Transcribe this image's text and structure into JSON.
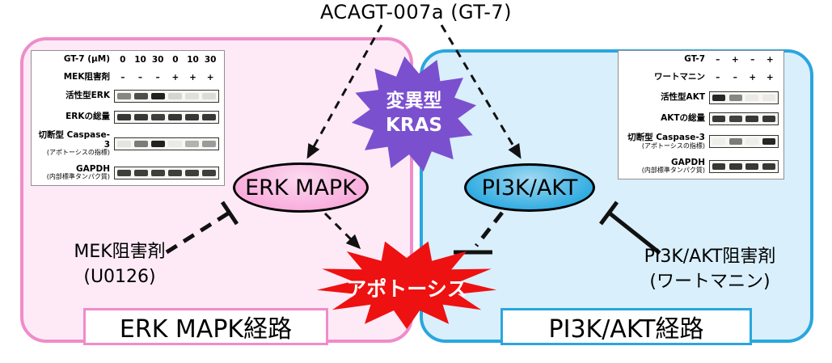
{
  "title": "ACAGT-007a (GT-7)",
  "colors": {
    "pink_border": "#ef8cc9",
    "pink_fill": "#fdeaf6",
    "blue_border": "#2aa6de",
    "blue_fill": "#d9effb",
    "kras_purple": "#7b50cf",
    "apoptosis_red": "#ee1111",
    "erk_node_fill": "#f9abdc",
    "pi3k_node_fill": "#2fabe1"
  },
  "kras_burst": {
    "line1": "変異型",
    "line2": "KRAS"
  },
  "apoptosis_burst": {
    "label": "アポトーシス"
  },
  "erk_panel": {
    "node_label": "ERK MAPK",
    "pathway_label": "ERK MAPK経路",
    "inhibitor": {
      "line1": "MEK阻害剤",
      "line2": "(U0126)"
    },
    "blot": {
      "condition_rows": [
        {
          "label": "GT-7 (μM)",
          "values": [
            "0",
            "10",
            "30",
            "0",
            "10",
            "30"
          ]
        },
        {
          "label": "MEK阻害剤",
          "values": [
            "–",
            "–",
            "–",
            "+",
            "+",
            "+"
          ]
        }
      ],
      "band_rows": [
        {
          "label": "活性型ERK",
          "sub": "",
          "bands": [
            0.5,
            0.75,
            0.95,
            0.15,
            0.1,
            0.12
          ]
        },
        {
          "label": "ERKの総量",
          "sub": "",
          "bands": [
            0.85,
            0.85,
            0.82,
            0.85,
            0.85,
            0.85
          ]
        },
        {
          "label": "切断型 Caspase-3",
          "sub": "(アポトーシスの指標)",
          "bands": [
            0.08,
            0.55,
            0.95,
            0.05,
            0.3,
            0.4
          ]
        },
        {
          "label": "GAPDH",
          "sub": "(内部標準タンパク質)",
          "bands": [
            0.82,
            0.82,
            0.82,
            0.82,
            0.82,
            0.82
          ]
        }
      ]
    }
  },
  "akt_panel": {
    "node_label": "PI3K/AKT",
    "pathway_label": "PI3K/AKT経路",
    "inhibitor": {
      "line1": "PI3K/AKT阻害剤",
      "line2": "(ワートマニン)"
    },
    "blot": {
      "condition_rows": [
        {
          "label": "GT-7",
          "values": [
            "–",
            "+",
            "–",
            "+"
          ]
        },
        {
          "label": "ワートマニン",
          "values": [
            "–",
            "–",
            "+",
            "+"
          ]
        }
      ],
      "band_rows": [
        {
          "label": "活性型AKT",
          "sub": "",
          "bands": [
            0.92,
            0.5,
            0.05,
            0.05
          ]
        },
        {
          "label": "AKTの総量",
          "sub": "",
          "bands": [
            0.85,
            0.8,
            0.85,
            0.85
          ]
        },
        {
          "label": "切断型 Caspase-3",
          "sub": "(アポトーシスの指標)",
          "bands": [
            0.04,
            0.55,
            0.04,
            0.92
          ]
        },
        {
          "label": "GAPDH",
          "sub": "(内部標準タンパク質)",
          "bands": [
            0.85,
            0.85,
            0.85,
            0.85
          ]
        }
      ]
    }
  }
}
